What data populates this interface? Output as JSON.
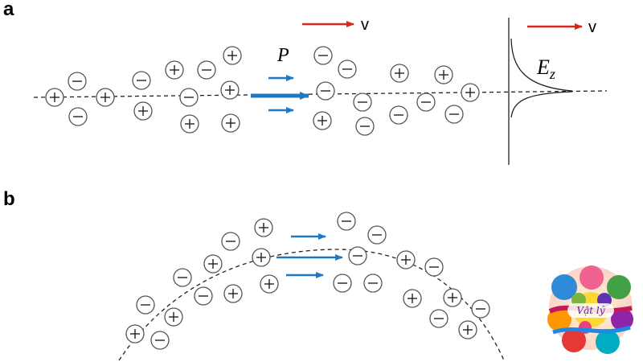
{
  "panel_a": {
    "label": "a",
    "velocity_label": "v",
    "polarization_label": "P",
    "field_label_main": "E",
    "field_label_sub": "z",
    "charges": [
      {
        "s": "+"
      },
      {
        "s": "-"
      },
      {
        "s": "-"
      },
      {
        "s": "+"
      },
      {
        "s": "-"
      },
      {
        "s": "+"
      },
      {
        "s": "+"
      },
      {
        "s": "-"
      },
      {
        "s": "+"
      },
      {
        "s": "-"
      },
      {
        "s": "+"
      },
      {
        "s": "+"
      },
      {
        "s": "+"
      },
      {
        "s": "-"
      },
      {
        "s": "-"
      },
      {
        "s": "-"
      },
      {
        "s": "-"
      },
      {
        "s": "+"
      },
      {
        "s": "-"
      },
      {
        "s": "+"
      },
      {
        "s": "-"
      },
      {
        "s": "-"
      },
      {
        "s": "+"
      },
      {
        "s": "-"
      },
      {
        "s": "+"
      },
      {
        "s": "-"
      }
    ]
  },
  "panel_b": {
    "label": "b",
    "charges": [
      {
        "s": "+"
      },
      {
        "s": "-"
      },
      {
        "s": "+"
      },
      {
        "s": "-"
      },
      {
        "s": "+"
      },
      {
        "s": "-"
      },
      {
        "s": "+"
      },
      {
        "s": "+"
      },
      {
        "s": "-"
      },
      {
        "s": "+"
      },
      {
        "s": "-"
      },
      {
        "s": "+"
      },
      {
        "s": "-"
      },
      {
        "s": "-"
      },
      {
        "s": "-"
      },
      {
        "s": "-"
      },
      {
        "s": "+"
      },
      {
        "s": "-"
      },
      {
        "s": "+"
      },
      {
        "s": "-"
      },
      {
        "s": "+"
      },
      {
        "s": "-"
      },
      {
        "s": "+"
      },
      {
        "s": "-"
      },
      {
        "s": "+"
      }
    ]
  },
  "logo_text": "Vật lý",
  "colors": {
    "velocity_arrow": "#d9251d",
    "polarization_arrow": "#1f78c1",
    "ink": "#222222",
    "charge_stroke": "#555555"
  }
}
